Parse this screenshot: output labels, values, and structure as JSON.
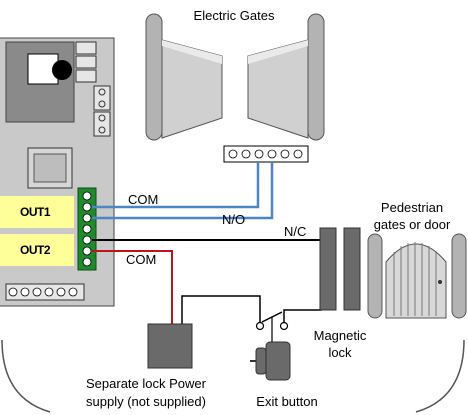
{
  "labels": {
    "electric_gates": "Electric Gates",
    "pedestrian_line1": "Pedestrian",
    "pedestrian_line2": "gates or door",
    "com_top": "COM",
    "no": "N/O",
    "nc": "N/C",
    "com_bottom": "COM",
    "out1": "OUT1",
    "out2": "OUT2",
    "magnetic_line1": "Magnetic",
    "magnetic_line2": "lock",
    "psu_line1": "Separate lock Power",
    "psu_line2": "supply (not supplied)",
    "exit_button": "Exit button"
  },
  "colors": {
    "blue_wire": "#4a86c8",
    "red_wire": "#c0141b",
    "black_wire": "#000000",
    "terminal_green": "#1f8a2c",
    "out_highlight": "#ffff99",
    "board_gray": "#c8c8c8",
    "device_dark": "#6a6a6a",
    "gate_gray": "#b8b8b8"
  }
}
